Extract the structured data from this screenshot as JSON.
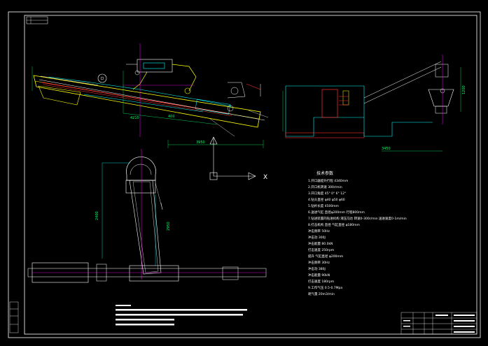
{
  "drawing": {
    "axis_x_label": "X",
    "dims": {
      "top_width": "3950",
      "top_left": "4210",
      "top_mid": "400",
      "right_height": "1200",
      "right_length": "3450",
      "front_height": "2400",
      "front_inner": "2950"
    },
    "tech_title": "技术参数",
    "tech_lines": [
      "1.开口器提升行程     4340mm",
      "2.开口机转速          300r/min",
      "3.开口角度          45°   0°   6°   12°",
      "4.钻头直径           φ40 φ50 φ60",
      "5.钻杆长度           4500mm",
      "6.送进气缸   直径φ200mm 行程800mm",
      "7.钻进装置的钻进机构   液压马达  转速0-300r/min  送进速度0-1m/min",
      "8.打击机构    直径   气缸直径   φ180mm",
      "        冲击频率     50Hz",
      "        冲击功       300J",
      "        冲击能量     80.0kN",
      "        打击速度     250rpm",
      "   提升   气缸直径   φ200mm",
      "        冲击频率     30Hz",
      "        冲击功       380J",
      "        冲击能量     90kN",
      "        打击速度     180rpm",
      "9.工作气压   0.5-0.7Mpa",
      "   耗气量    20m3/min"
    ]
  }
}
